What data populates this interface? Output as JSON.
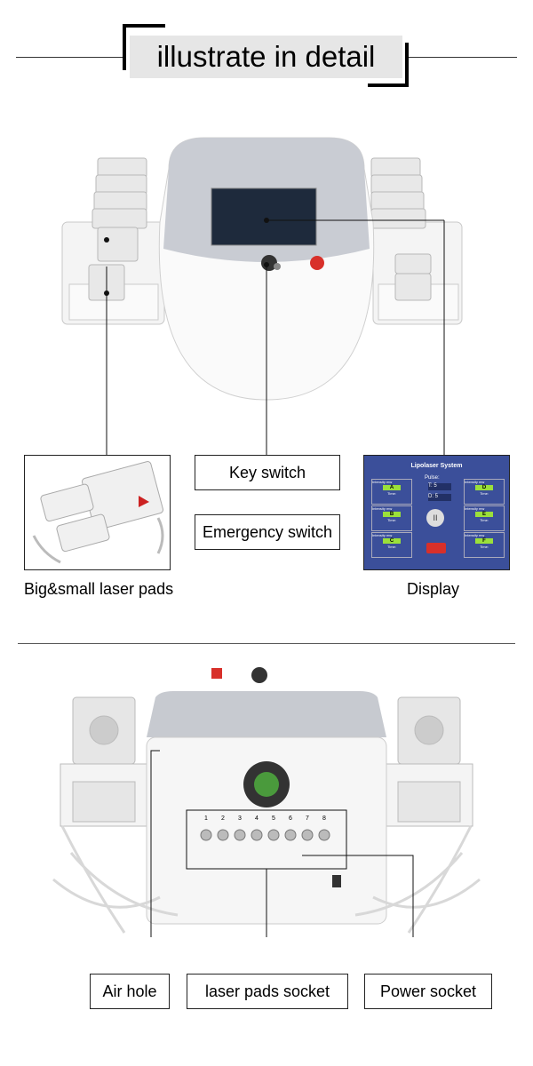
{
  "header": {
    "title": "illustrate in detail"
  },
  "front_view": {
    "labels": {
      "key_switch": "Key switch",
      "emergency_switch": "Emergency switch",
      "pads_caption": "Big&small laser pads",
      "display_caption": "Display"
    },
    "display_screen": {
      "title": "Lipolaser System",
      "pulse_label": "Pulse:",
      "t_label": "T:",
      "t_value": "5",
      "d_label": "D:",
      "d_value": "5",
      "intensity_label": "Intensity",
      "unit_label": "mw",
      "time_label": "Time:",
      "channels": [
        "A",
        "B",
        "C",
        "D",
        "E",
        "F"
      ]
    }
  },
  "back_view": {
    "socket_numbers": [
      "1",
      "2",
      "3",
      "4",
      "5",
      "6",
      "7",
      "8"
    ],
    "labels": {
      "air_hole": "Air hole",
      "laser_pads_socket": "laser pads socket",
      "power_socket": "Power socket"
    }
  },
  "colors": {
    "screen_bg": "#3b4f9a",
    "channel_green": "#9be03a",
    "emergency_red": "#d8302a"
  }
}
